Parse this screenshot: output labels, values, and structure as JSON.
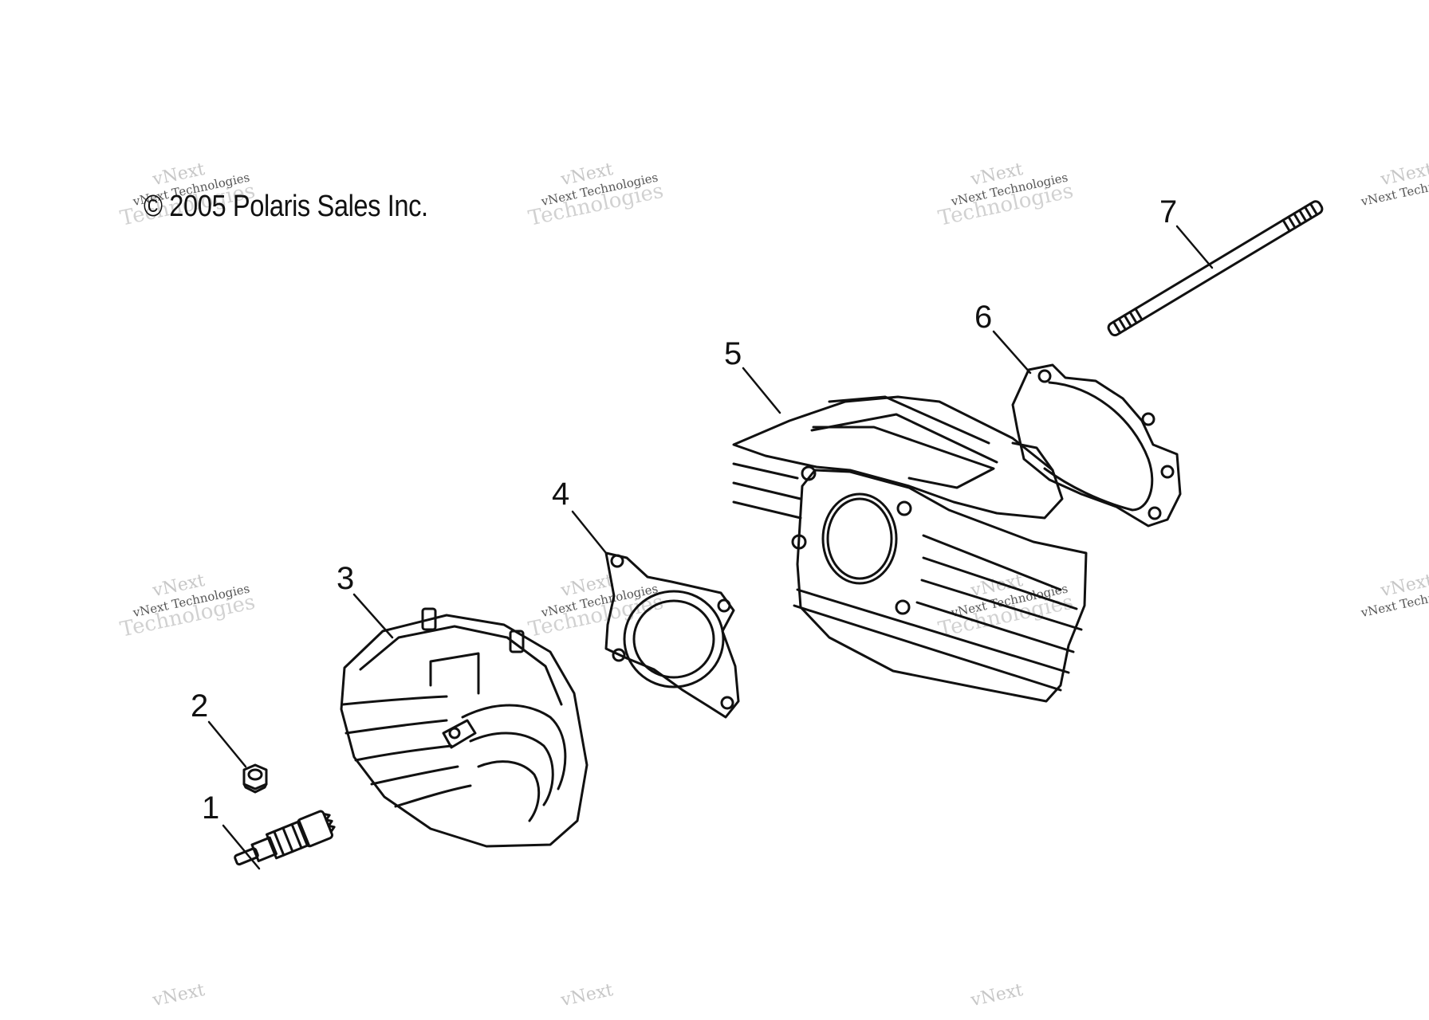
{
  "copyright": "© 2005 Polaris Sales Inc.",
  "callouts": [
    {
      "label": "1",
      "part": "spark-plug"
    },
    {
      "label": "2",
      "part": "nut"
    },
    {
      "label": "3",
      "part": "cylinder-head"
    },
    {
      "label": "4",
      "part": "head-gasket"
    },
    {
      "label": "5",
      "part": "cylinder"
    },
    {
      "label": "6",
      "part": "base-gasket"
    },
    {
      "label": "7",
      "part": "stud"
    }
  ],
  "watermark": {
    "line1": "vNext",
    "line2": "vNext Technologies",
    "line3": "Technologies"
  },
  "colors": {
    "ink": "#111111",
    "watermark": "#9a9a9a",
    "background": "#ffffff"
  }
}
